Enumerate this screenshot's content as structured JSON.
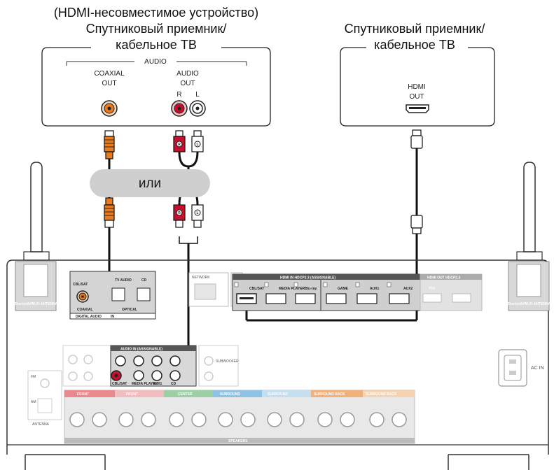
{
  "left_device": {
    "note": "(HDMI-несовместимое устройство)",
    "title_line1": "Спутниковый приемник/",
    "title_line2": "кабельное ТВ",
    "audio_group": "AUDIO",
    "coaxial_line1": "COAXIAL",
    "coaxial_line2": "OUT",
    "audio_out_line1": "AUDIO",
    "audio_out_line2": "OUT",
    "r": "R",
    "l": "L"
  },
  "right_device": {
    "title_line1": "Спутниковый приемник/",
    "title_line2": "кабельное ТВ",
    "hdmi_line1": "HDMI",
    "hdmi_line2": "OUT"
  },
  "or_label": "или",
  "receiver": {
    "antenna": "Bluetooth/Wi-Fi ANTENNA",
    "digital_audio": "DIGITAL AUDIO",
    "in": "IN",
    "cbl_sat": "CBL/SAT",
    "coaxial": "COAXIAL",
    "optical": "OPTICAL",
    "tv_audio": "TV AUDIO",
    "cd": "CD",
    "network": "NETWORK",
    "hdmi_in_header": "HDMI  IN  HDCP2.3  (ASSIGNABLE)",
    "hdmi_inputs": [
      "CBL/SAT",
      "MEDIA PLAYER",
      "Blu-ray",
      "GAME",
      "AUX1",
      "AUX2"
    ],
    "hdmi_out_header": "HDMI  OUT  HDCP2.3",
    "tv1": "TV1",
    "audio_in_header": "AUDIO  IN  (ASSIGNABLE)",
    "audio_in_labels": [
      "CBL/SAT",
      "MEDIA PLAYER",
      "AUX1",
      "CD"
    ],
    "subwoofer": "SUBWOOFER",
    "ac_in": "AC IN",
    "fm": "FM",
    "am": "AM",
    "antenna_label": "ANTENNA",
    "speaker_groups": [
      "FRONT",
      "FRONT",
      "CENTER",
      "SURROUND",
      "SURROUND",
      "SURROUND BACK",
      "SURROUND BACK"
    ],
    "speakers": "SPEAKERS"
  },
  "colors": {
    "coax_orange": "#e87b1e",
    "rca_red": "#c8102e",
    "panel_gray": "#bfbfbf",
    "or_pill": "#cfcfcf",
    "front_red": "#e8898d",
    "center_green": "#9ccfa3",
    "surround_blue": "#8fc3e6",
    "back_orange": "#f0b27a"
  }
}
